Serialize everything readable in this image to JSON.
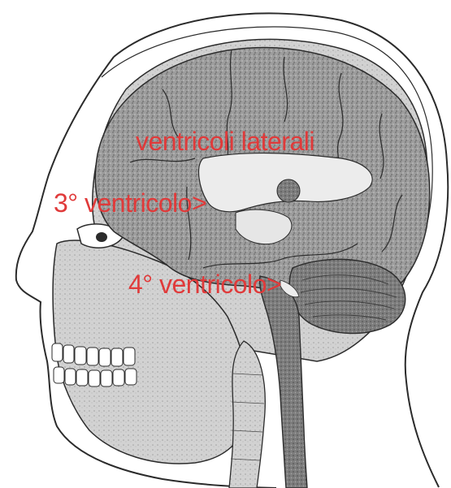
{
  "colors": {
    "label": "#e03a3a",
    "ink": "#2b2b2b",
    "brain_gray": "#9a9a9a",
    "ventricle": "#eeeeee",
    "paper": "#ffffff"
  },
  "labels": {
    "lateral_ventricles": "ventricoli laterali",
    "third_ventricle": "3° ventricolo>",
    "fourth_ventricle": "4° ventricolo>"
  }
}
